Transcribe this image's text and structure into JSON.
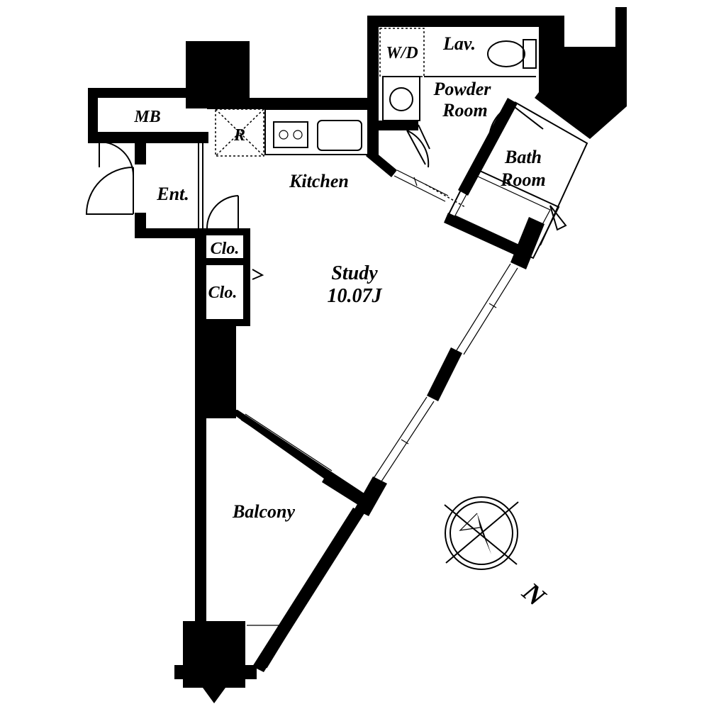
{
  "rooms": {
    "mb": "MB",
    "refrigerator": "R",
    "washer_dryer": "W/D",
    "lavatory": "Lav.",
    "powder_room_line1": "Powder",
    "powder_room_line2": "Room",
    "bath_room_line1": "Bath",
    "bath_room_line2": "Room",
    "kitchen": "Kitchen",
    "entrance": "Ent.",
    "closet_1": "Clo.",
    "closet_2": "Clo.",
    "study": "Study",
    "study_area": "10.07J",
    "balcony": "Balcony"
  },
  "compass": {
    "north_label": "N"
  }
}
